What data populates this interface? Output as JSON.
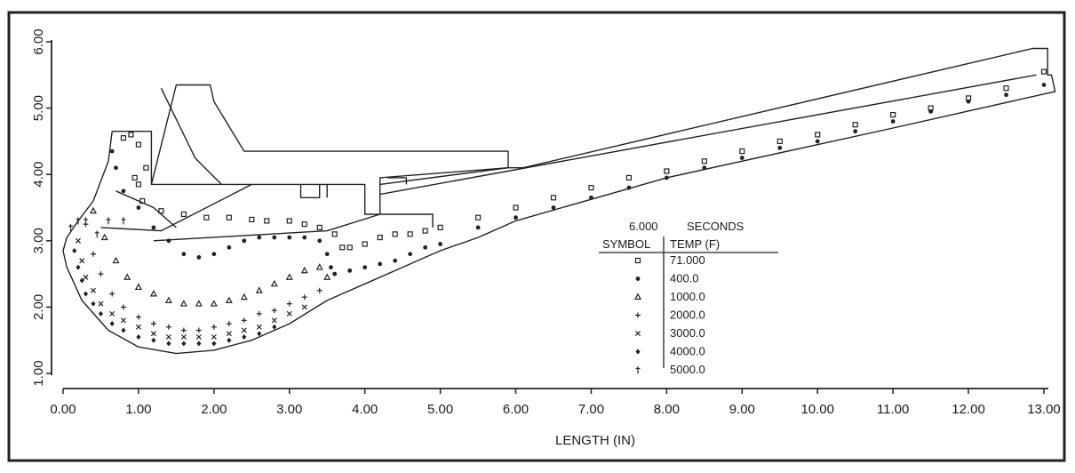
{
  "chart_data": {
    "type": "scatter",
    "title": "",
    "xlabel": "LENGTH (IN)",
    "ylabel": "",
    "xlim": [
      0,
      13
    ],
    "ylim": [
      1,
      6
    ],
    "xticks": [
      "0.00",
      "1.00",
      "2.00",
      "3.00",
      "4.00",
      "5.00",
      "6.00",
      "7.00",
      "8.00",
      "9.00",
      "10.00",
      "11.00",
      "12.00",
      "13.00"
    ],
    "yticks": [
      "1.00",
      "2.00",
      "3.00",
      "4.00",
      "5.00",
      "6.00"
    ],
    "grid": false,
    "legend": {
      "position": "right-center",
      "time_value": "6.000",
      "time_unit": "SECONDS",
      "col_symbol": "SYMBOL",
      "col_temp": "TEMP (F)"
    },
    "outline": [
      [
        [
          0.65,
          4.65
        ],
        [
          1.17,
          4.65
        ],
        [
          1.17,
          3.85
        ],
        [
          1.5,
          5.35
        ],
        [
          1.95,
          5.35
        ],
        [
          2.0,
          5.1
        ],
        [
          2.4,
          4.35
        ],
        [
          5.9,
          4.35
        ],
        [
          5.9,
          4.1
        ],
        [
          6.1,
          4.1
        ],
        [
          12.85,
          5.9
        ],
        [
          13.05,
          5.9
        ],
        [
          13.05,
          5.5
        ],
        [
          13.1,
          5.5
        ],
        [
          13.15,
          5.25
        ],
        [
          11.0,
          4.7
        ],
        [
          8.0,
          3.95
        ],
        [
          6.0,
          3.3
        ],
        [
          5.5,
          3.05
        ],
        [
          5.0,
          2.85
        ],
        [
          4.8,
          2.75
        ],
        [
          4.5,
          2.6
        ],
        [
          4.0,
          2.35
        ],
        [
          3.5,
          2.1
        ],
        [
          3.0,
          1.75
        ],
        [
          2.5,
          1.5
        ],
        [
          2.0,
          1.35
        ],
        [
          1.5,
          1.3
        ],
        [
          1.0,
          1.4
        ],
        [
          0.6,
          1.65
        ],
        [
          0.25,
          2.1
        ],
        [
          0.05,
          2.6
        ],
        [
          0.0,
          2.85
        ],
        [
          0.05,
          3.05
        ],
        [
          0.2,
          3.3
        ],
        [
          0.4,
          3.6
        ],
        [
          0.6,
          4.2
        ],
        [
          0.65,
          4.65
        ]
      ],
      [
        [
          1.17,
          3.85
        ],
        [
          3.5,
          3.85
        ],
        [
          3.5,
          3.65
        ]
      ],
      [
        [
          1.3,
          5.3
        ],
        [
          1.75,
          4.25
        ],
        [
          2.1,
          3.85
        ]
      ],
      [
        [
          0.7,
          3.75
        ],
        [
          1.2,
          3.5
        ],
        [
          1.5,
          3.2
        ]
      ],
      [
        [
          0.5,
          3.2
        ],
        [
          1.3,
          3.15
        ],
        [
          2.5,
          3.85
        ]
      ],
      [
        [
          1.2,
          3.0
        ],
        [
          3.5,
          3.15
        ],
        [
          4.2,
          3.4
        ]
      ],
      [
        [
          4.2,
          3.4
        ],
        [
          4.9,
          3.4
        ],
        [
          4.9,
          3.2
        ]
      ],
      [
        [
          3.5,
          3.85
        ],
        [
          4.0,
          3.85
        ],
        [
          4.0,
          3.4
        ],
        [
          4.2,
          3.4
        ],
        [
          4.2,
          3.95
        ],
        [
          5.9,
          4.1
        ]
      ],
      [
        [
          4.2,
          3.85
        ],
        [
          5.9,
          4.1
        ]
      ],
      [
        [
          4.3,
          3.95
        ],
        [
          4.55,
          3.95
        ],
        [
          4.55,
          3.85
        ]
      ],
      [
        [
          3.15,
          3.85
        ],
        [
          3.15,
          3.65
        ],
        [
          3.4,
          3.65
        ],
        [
          3.4,
          3.85
        ]
      ],
      [
        [
          4.2,
          3.7
        ],
        [
          12.9,
          5.5
        ]
      ]
    ],
    "series": [
      {
        "name": "71.000",
        "marker": "square",
        "x": [
          0.8,
          0.9,
          1.0,
          1.1,
          0.95,
          1.0,
          1.05,
          1.3,
          1.6,
          1.9,
          2.2,
          2.5,
          2.7,
          3.0,
          3.2,
          3.4,
          3.6,
          3.7,
          3.8,
          4.0,
          4.2,
          4.4,
          4.6,
          4.8,
          5.0,
          5.5,
          6.0,
          6.5,
          7.0,
          7.5,
          8.0,
          8.5,
          9.0,
          9.5,
          10.0,
          10.5,
          11.0,
          11.5,
          12.0,
          12.5,
          13.0
        ],
        "y": [
          4.55,
          4.6,
          4.45,
          4.1,
          3.95,
          3.85,
          3.6,
          3.45,
          3.4,
          3.35,
          3.35,
          3.32,
          3.3,
          3.3,
          3.25,
          3.2,
          3.1,
          2.9,
          2.9,
          2.95,
          3.05,
          3.1,
          3.1,
          3.15,
          3.2,
          3.35,
          3.5,
          3.65,
          3.8,
          3.95,
          4.05,
          4.2,
          4.35,
          4.5,
          4.6,
          4.75,
          4.9,
          5.0,
          5.15,
          5.3,
          5.55
        ]
      },
      {
        "name": "400.0",
        "marker": "dot",
        "x": [
          0.65,
          0.7,
          0.8,
          1.0,
          1.2,
          1.4,
          1.6,
          1.8,
          2.0,
          2.2,
          2.4,
          2.6,
          2.8,
          3.0,
          3.2,
          3.4,
          3.5,
          3.55,
          3.6,
          3.8,
          4.0,
          4.2,
          4.4,
          4.6,
          4.8,
          5.0,
          5.5,
          6.0,
          6.5,
          7.0,
          7.5,
          8.0,
          8.5,
          9.0,
          9.5,
          10.0,
          10.5,
          11.0,
          11.5,
          12.0,
          12.5,
          13.0
        ],
        "y": [
          4.35,
          4.1,
          3.75,
          3.5,
          3.2,
          3.0,
          2.8,
          2.75,
          2.8,
          2.9,
          3.0,
          3.05,
          3.05,
          3.05,
          3.05,
          3.0,
          2.8,
          2.6,
          2.5,
          2.55,
          2.6,
          2.65,
          2.7,
          2.8,
          2.9,
          2.95,
          3.2,
          3.35,
          3.5,
          3.65,
          3.8,
          3.95,
          4.1,
          4.25,
          4.4,
          4.5,
          4.65,
          4.8,
          4.95,
          5.1,
          5.2,
          5.35
        ]
      },
      {
        "name": "1000.0",
        "marker": "triangle",
        "x": [
          0.4,
          0.55,
          0.7,
          0.85,
          1.0,
          1.2,
          1.4,
          1.6,
          1.8,
          2.0,
          2.2,
          2.4,
          2.6,
          2.8,
          3.0,
          3.2,
          3.4,
          3.5
        ],
        "y": [
          3.45,
          3.05,
          2.7,
          2.45,
          2.3,
          2.2,
          2.1,
          2.05,
          2.05,
          2.05,
          2.1,
          2.15,
          2.25,
          2.35,
          2.45,
          2.55,
          2.6,
          2.45
        ]
      },
      {
        "name": "2000.0",
        "marker": "plus",
        "x": [
          0.3,
          0.4,
          0.5,
          0.65,
          0.8,
          1.0,
          1.2,
          1.4,
          1.6,
          1.8,
          2.0,
          2.2,
          2.4,
          2.6,
          2.8,
          3.0,
          3.2,
          3.4
        ],
        "y": [
          3.25,
          2.8,
          2.5,
          2.2,
          2.0,
          1.85,
          1.75,
          1.7,
          1.65,
          1.65,
          1.7,
          1.75,
          1.8,
          1.9,
          1.95,
          2.05,
          2.15,
          2.25
        ]
      },
      {
        "name": "3000.0",
        "marker": "x",
        "x": [
          0.2,
          0.25,
          0.3,
          0.4,
          0.5,
          0.65,
          0.8,
          1.0,
          1.2,
          1.4,
          1.6,
          1.8,
          2.0,
          2.2,
          2.4,
          2.6,
          2.8,
          3.0,
          3.2
        ],
        "y": [
          3.0,
          2.7,
          2.45,
          2.25,
          2.05,
          1.9,
          1.8,
          1.7,
          1.6,
          1.55,
          1.55,
          1.55,
          1.55,
          1.6,
          1.65,
          1.7,
          1.8,
          1.9,
          2.0
        ]
      },
      {
        "name": "4000.0",
        "marker": "diamond",
        "x": [
          0.15,
          0.2,
          0.25,
          0.3,
          0.4,
          0.5,
          0.65,
          0.8,
          1.0,
          1.2,
          1.4,
          1.6,
          1.8,
          2.0,
          2.2,
          2.4,
          2.6,
          2.8
        ],
        "y": [
          2.85,
          2.6,
          2.4,
          2.2,
          2.05,
          1.9,
          1.75,
          1.65,
          1.55,
          1.5,
          1.45,
          1.45,
          1.45,
          1.45,
          1.5,
          1.55,
          1.6,
          1.7
        ]
      },
      {
        "name": "5000.0",
        "marker": "dagger",
        "x": [
          0.1,
          0.2,
          0.3,
          0.45,
          0.6,
          0.8
        ],
        "y": [
          3.2,
          3.3,
          3.3,
          3.1,
          3.3,
          3.3
        ]
      }
    ]
  }
}
